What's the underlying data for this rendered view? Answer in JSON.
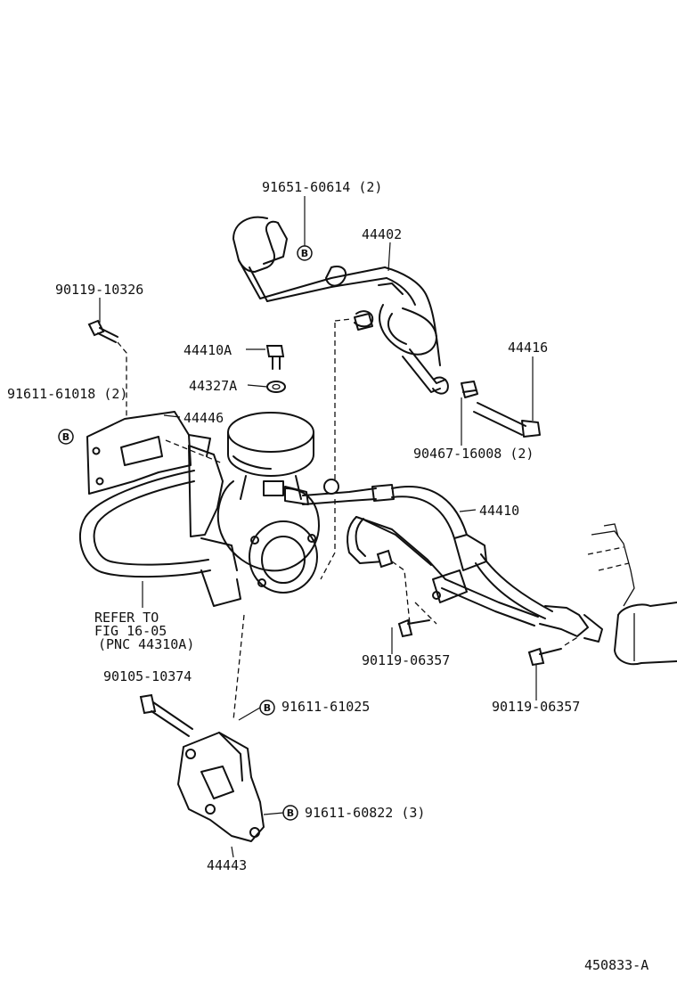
{
  "labels": {
    "p91651": "91651-60614 (2)",
    "p44402": "44402",
    "p90119_top": "90119-10326",
    "p44410A": "44410A",
    "p44327A": "44327A",
    "p44416": "44416",
    "p91611_61018": "91611-61018 (2)",
    "p44446": "44446",
    "p90467": "90467-16008 (2)",
    "p44410": "44410",
    "refer1": "REFER TO",
    "refer2": "FIG 16-05",
    "refer3": "(PNC 44310A)",
    "p90105": "90105-10374",
    "p90119_mid": "90119-06357",
    "p90119_right": "90119-06357",
    "p91611_61025": "91611-61025",
    "p91611_60822": "91611-60822 (3)",
    "p44443": "44443",
    "figure_id": "450833-A"
  },
  "badge_letter": "B"
}
